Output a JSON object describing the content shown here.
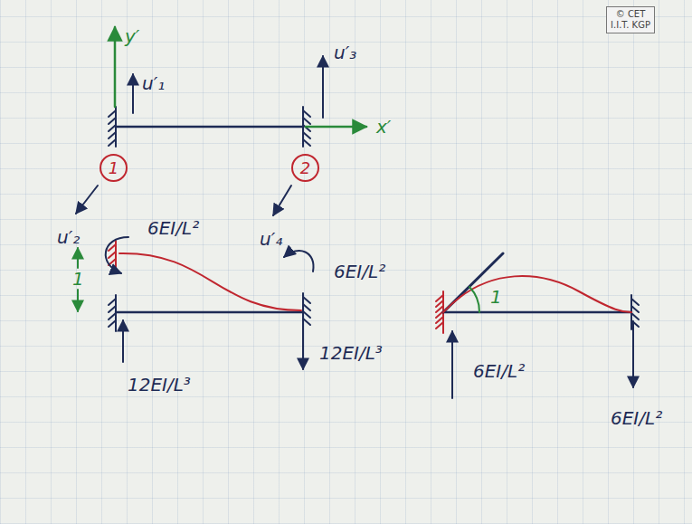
{
  "diagram": {
    "nodes": [
      {
        "text": [
          "1"
        ]
      },
      {
        "text": [
          "2"
        ]
      },
      {
        "text": [
          "© CET",
          "I.I.T. KGP"
        ]
      }
    ],
    "labels": [
      "y′",
      "u′₁",
      "u′₃",
      "x′",
      "u′₂",
      "u′₄",
      "6EI/L²",
      "6EI/L²",
      "1",
      "12EI/L³",
      "12EI/L³",
      "1",
      "6EI/L²",
      "6EI/L²"
    ]
  }
}
